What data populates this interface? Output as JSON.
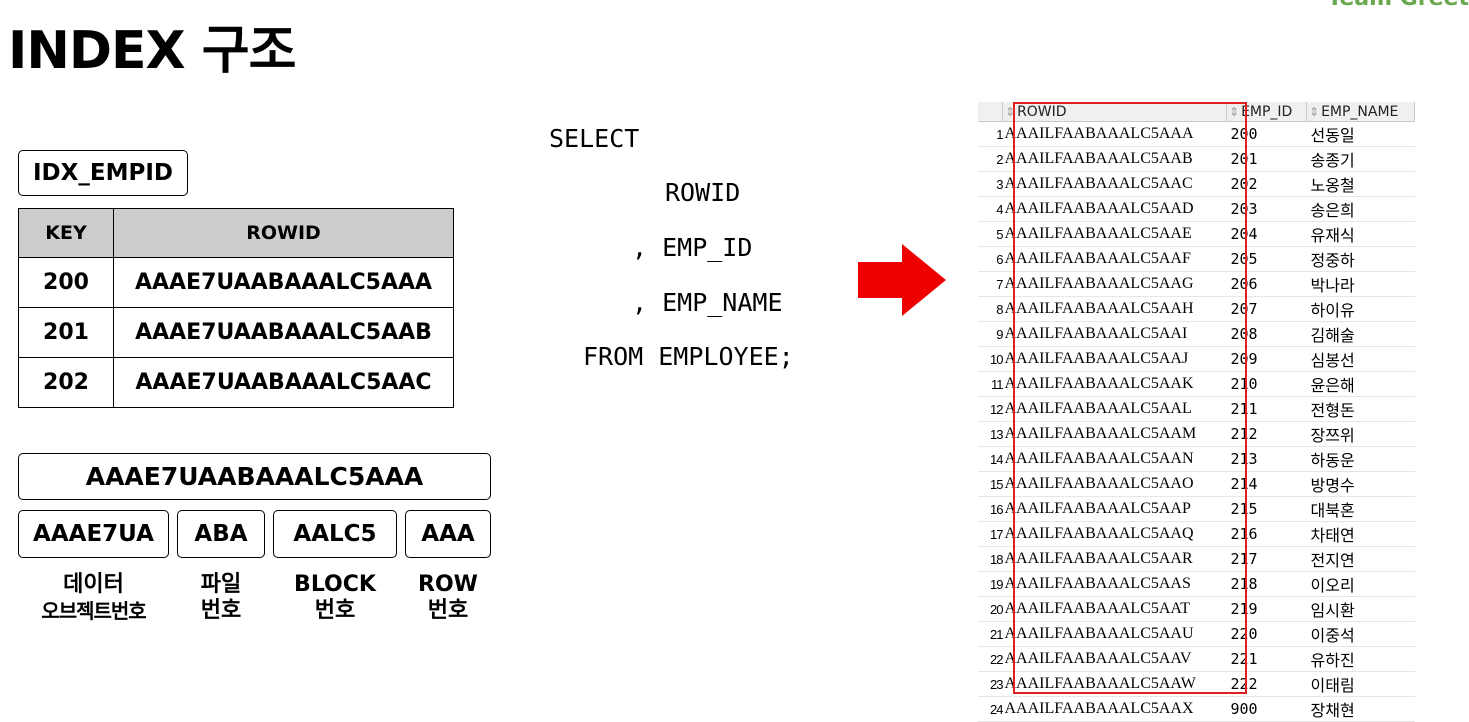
{
  "title": "INDEX 구조",
  "logo_text": "Team Greet",
  "index_name": "IDX_EMPID",
  "index_table": {
    "headers": [
      "KEY",
      "ROWID"
    ],
    "rows": [
      [
        "200",
        "AAAE7UAABAAALC5AAA"
      ],
      [
        "201",
        "AAAE7UAABAAALC5AAB"
      ],
      [
        "202",
        "AAAE7UAABAAALC5AAC"
      ]
    ]
  },
  "rowid_breakdown": {
    "full": "AAAE7UAABAAALC5AAA",
    "parts": [
      "AAAE7UA",
      "ABA",
      "AALC5",
      "AAA"
    ],
    "captions": [
      [
        "데이터",
        "오브젝트번호"
      ],
      [
        "파일",
        "번호"
      ],
      [
        "BLOCK",
        "번호"
      ],
      [
        "ROW",
        "번호"
      ]
    ]
  },
  "sql": [
    "SELECT",
    "ROWID",
    ", EMP_ID",
    ", EMP_NAME",
    "FROM EMPLOYEE;"
  ],
  "arrow_color": "#ee0000",
  "highlight_color": "#e02020",
  "result_grid": {
    "headers": [
      "ROWID",
      "EMP_ID",
      "EMP_NAME"
    ],
    "rows": [
      [
        "1",
        "AAAILFAABAAALC5AAA",
        "200",
        "선동일"
      ],
      [
        "2",
        "AAAILFAABAAALC5AAB",
        "201",
        "송종기"
      ],
      [
        "3",
        "AAAILFAABAAALC5AAC",
        "202",
        "노옹철"
      ],
      [
        "4",
        "AAAILFAABAAALC5AAD",
        "203",
        "송은희"
      ],
      [
        "5",
        "AAAILFAABAAALC5AAE",
        "204",
        "유재식"
      ],
      [
        "6",
        "AAAILFAABAAALC5AAF",
        "205",
        "정중하"
      ],
      [
        "7",
        "AAAILFAABAAALC5AAG",
        "206",
        "박나라"
      ],
      [
        "8",
        "AAAILFAABAAALC5AAH",
        "207",
        "하이유"
      ],
      [
        "9",
        "AAAILFAABAAALC5AAI",
        "208",
        "김해술"
      ],
      [
        "10",
        "AAAILFAABAAALC5AAJ",
        "209",
        "심봉선"
      ],
      [
        "11",
        "AAAILFAABAAALC5AAK",
        "210",
        "윤은해"
      ],
      [
        "12",
        "AAAILFAABAAALC5AAL",
        "211",
        "전형돈"
      ],
      [
        "13",
        "AAAILFAABAAALC5AAM",
        "212",
        "장쯔위"
      ],
      [
        "14",
        "AAAILFAABAAALC5AAN",
        "213",
        "하동운"
      ],
      [
        "15",
        "AAAILFAABAAALC5AAO",
        "214",
        "방명수"
      ],
      [
        "16",
        "AAAILFAABAAALC5AAP",
        "215",
        "대북혼"
      ],
      [
        "17",
        "AAAILFAABAAALC5AAQ",
        "216",
        "차태연"
      ],
      [
        "18",
        "AAAILFAABAAALC5AAR",
        "217",
        "전지연"
      ],
      [
        "19",
        "AAAILFAABAAALC5AAS",
        "218",
        "이오리"
      ],
      [
        "20",
        "AAAILFAABAAALC5AAT",
        "219",
        "임시환"
      ],
      [
        "21",
        "AAAILFAABAAALC5AAU",
        "220",
        "이중석"
      ],
      [
        "22",
        "AAAILFAABAAALC5AAV",
        "221",
        "유하진"
      ],
      [
        "23",
        "AAAILFAABAAALC5AAW",
        "222",
        "이태림"
      ],
      [
        "24",
        "AAAILFAABAAALC5AAX",
        "900",
        "장채현"
      ]
    ]
  }
}
